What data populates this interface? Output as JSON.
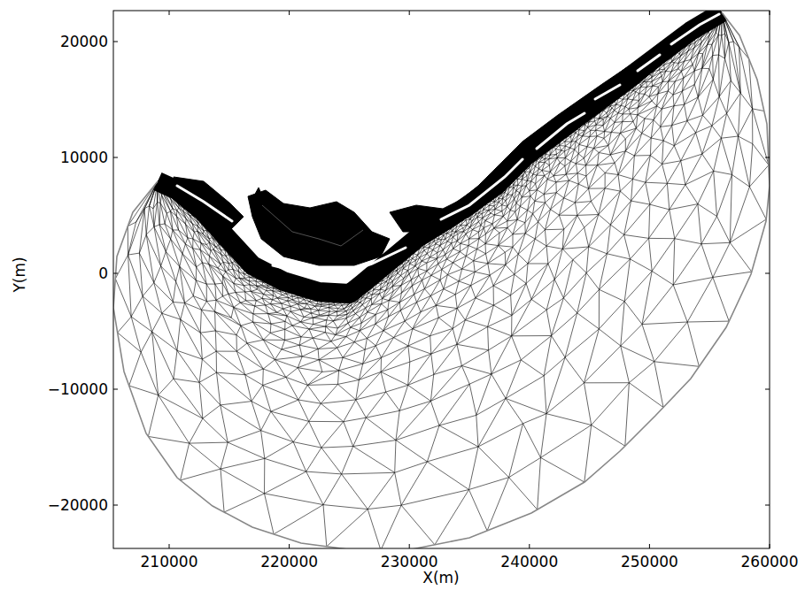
{
  "diagram": {
    "labels": [
      "20000",
      "10000",
      "0",
      "−10000",
      "−20000",
      "210000",
      "220000",
      "230000",
      "240000",
      "250000",
      "260000",
      "Y(m)",
      "X(m)"
    ]
  }
}
